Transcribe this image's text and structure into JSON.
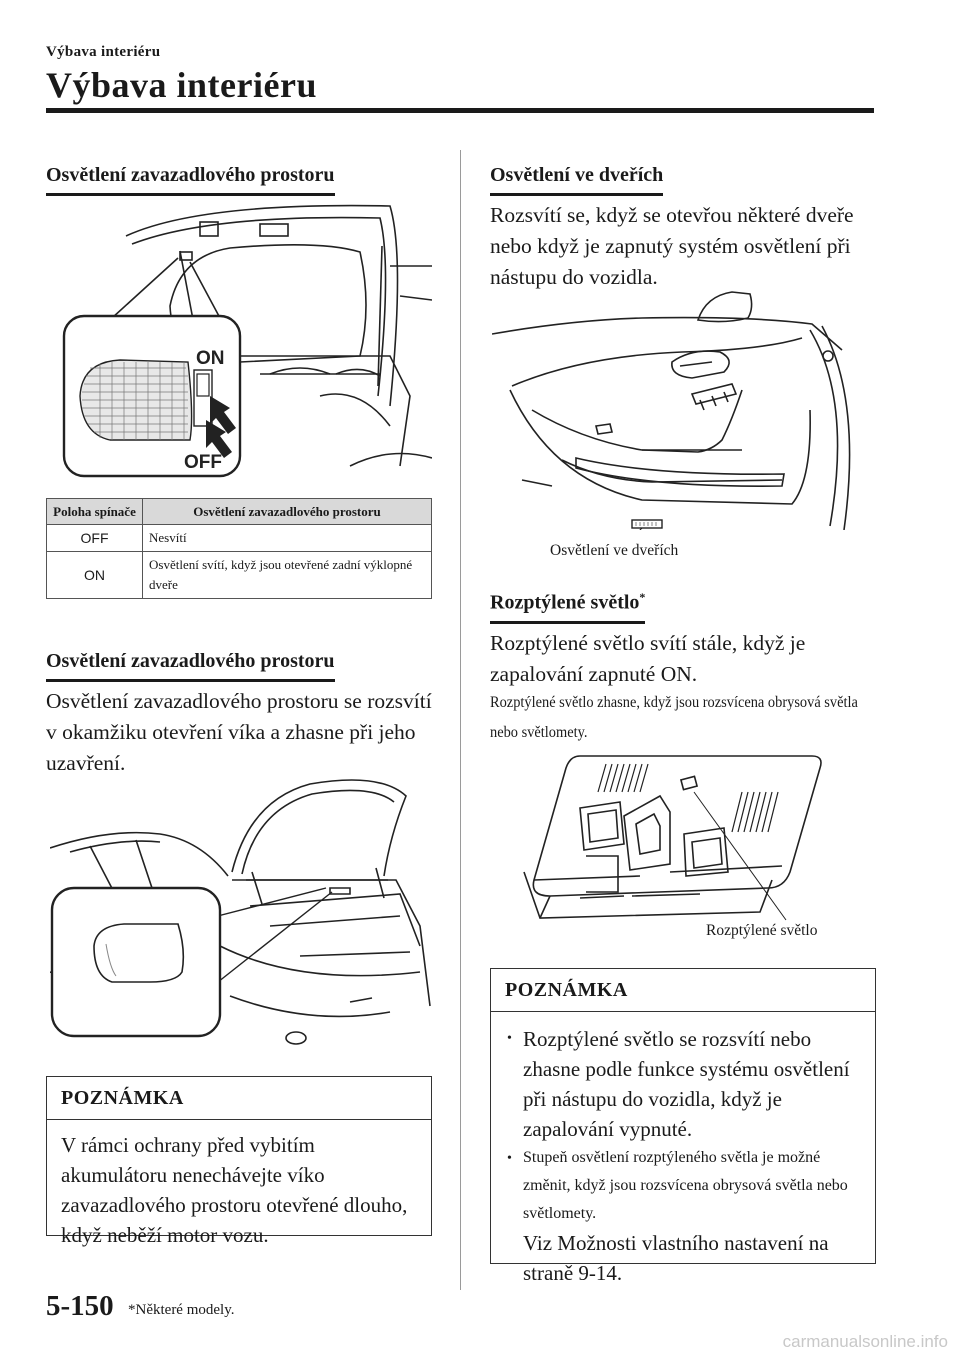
{
  "header": {
    "section_small": "Výbava interiéru",
    "section_title": "Výbava interiéru"
  },
  "left": {
    "heading1": "Osvětlení zavazadlového prostoru",
    "figure1": {
      "label_on": "ON",
      "label_off": "OFF",
      "icon": "trunk-light-switch-illustration"
    },
    "table": {
      "col1_header": "Poloha spínače",
      "col2_header": "Osvětlení zavazadlového prostoru",
      "rows": [
        {
          "position": "OFF",
          "description": "Nesvítí"
        },
        {
          "position": "ON",
          "description": "Osvětlení svítí, když jsou otevřené zadní výklopné dveře"
        }
      ]
    },
    "heading2": "Osvětlení zavazadlového prostoru",
    "paragraph": "Osvětlení zavazadlového prostoru se rozsvítí v okamžiku otevření víka a zhasne při jeho uzavření.",
    "figure2": {
      "icon": "open-trunk-car-illustration"
    },
    "note": {
      "title": "POZNÁMKA",
      "text": "V rámci ochrany před vybitím akumulátoru nenechávejte víko zavazadlového prostoru otevřené dlouho, když neběží motor vozu."
    }
  },
  "right": {
    "heading1": "Osvětlení ve dveřích",
    "paragraph1": "Rozsvítí se, když se otevřou některé dveře nebo když je zapnutý systém osvětlení při nástupu do vozidla.",
    "figure1": {
      "caption": "Osvětlení ve dveřích",
      "icon": "door-light-illustration"
    },
    "heading2": "Rozptýlené světlo",
    "heading2_mark": "*",
    "paragraph2": "Rozptýlené světlo svítí stále, když je zapalování zapnuté ON.",
    "paragraph2_small": "Rozptýlené světlo zhasne, když jsou rozsvícena obrysová světla nebo světlomety.",
    "figure2": {
      "caption": "Rozptýlené světlo",
      "icon": "overhead-console-illustration"
    },
    "note": {
      "title": "POZNÁMKA",
      "item1": "Rozptýlené světlo se rozsvítí nebo zhasne podle funkce systému osvětlení při nástupu do vozidla, když je zapalování vypnuté.",
      "item2_small": "Stupeň osvětlení rozptýleného světla je možné změnit, když jsou rozsvícena obrysová světla nebo světlomety.",
      "item2_large": "Viz Možnosti vlastního nastavení na straně 9-14."
    }
  },
  "footer": {
    "page_number": "5-150",
    "footnote": "*Některé modely.",
    "watermark": "carmanualsonline.info"
  }
}
